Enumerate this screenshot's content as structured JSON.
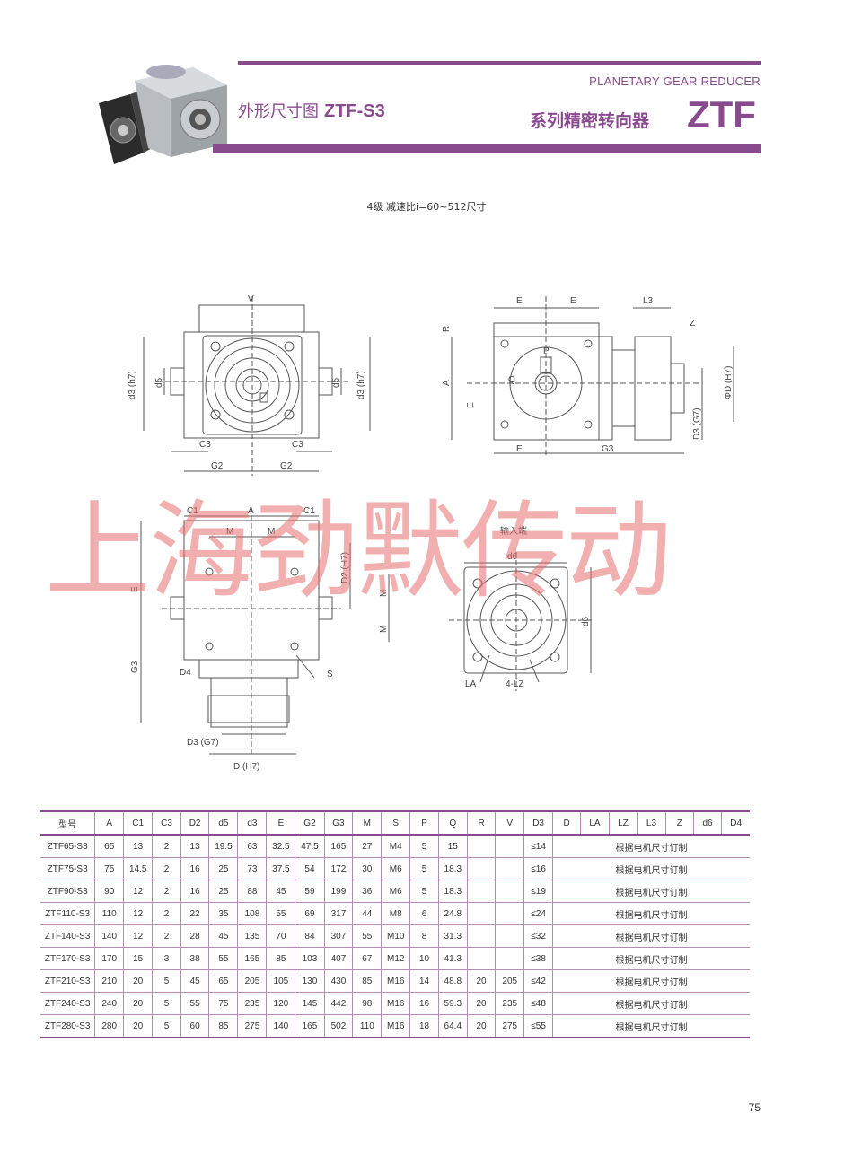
{
  "header": {
    "title_cn": "外形尺寸图",
    "model": "ZTF-S3",
    "en_title": "PLANETARY GEAR REDUCER",
    "series_cn": "系列精密转向器",
    "series_code": "ZTF"
  },
  "subtitle": "4级  减速比i=60~512尺寸",
  "watermark": "上海劲默传动",
  "drawing_labels": {
    "V": "V",
    "C3": "C3",
    "G2": "G2",
    "d3h7": "d3 (h7)",
    "d5": "d5",
    "E": "E",
    "L3": "L3",
    "R": "R",
    "A": "A",
    "P": "P",
    "Q": "Q",
    "Z": "Z",
    "G3": "G3",
    "ODH7": "ΦD (H7)",
    "D3G7": "D3 (G7)",
    "C1": "C1",
    "M": "M",
    "D2H7": "D2 (H7)",
    "D4": "D4",
    "S": "S",
    "DH7": "D (H7)",
    "input_end": "输入端",
    "d6": "d6",
    "LA": "LA",
    "LZ": "4-LZ"
  },
  "table": {
    "headers": [
      "型号",
      "A",
      "C1",
      "C3",
      "D2",
      "d5",
      "d3",
      "E",
      "G2",
      "G3",
      "M",
      "S",
      "P",
      "Q",
      "R",
      "V",
      "D3",
      "D",
      "LA",
      "LZ",
      "L3",
      "Z",
      "d6",
      "D4"
    ],
    "note": "根据电机尺寸订制",
    "rows": [
      [
        "ZTF65-S3",
        "65",
        "13",
        "2",
        "13",
        "19.5",
        "63",
        "32.5",
        "47.5",
        "165",
        "27",
        "M4",
        "5",
        "15",
        "",
        "",
        "≤14"
      ],
      [
        "ZTF75-S3",
        "75",
        "14.5",
        "2",
        "16",
        "25",
        "73",
        "37.5",
        "54",
        "172",
        "30",
        "M6",
        "5",
        "18.3",
        "",
        "",
        "≤16"
      ],
      [
        "ZTF90-S3",
        "90",
        "12",
        "2",
        "16",
        "25",
        "88",
        "45",
        "59",
        "199",
        "36",
        "M6",
        "5",
        "18.3",
        "",
        "",
        "≤19"
      ],
      [
        "ZTF110-S3",
        "110",
        "12",
        "2",
        "22",
        "35",
        "108",
        "55",
        "69",
        "317",
        "44",
        "M8",
        "6",
        "24.8",
        "",
        "",
        "≤24"
      ],
      [
        "ZTF140-S3",
        "140",
        "12",
        "2",
        "28",
        "45",
        "135",
        "70",
        "84",
        "307",
        "55",
        "M10",
        "8",
        "31.3",
        "",
        "",
        "≤32"
      ],
      [
        "ZTF170-S3",
        "170",
        "15",
        "3",
        "38",
        "55",
        "165",
        "85",
        "103",
        "407",
        "67",
        "M12",
        "10",
        "41.3",
        "",
        "",
        "≤38"
      ],
      [
        "ZTF210-S3",
        "210",
        "20",
        "5",
        "45",
        "65",
        "205",
        "105",
        "130",
        "430",
        "85",
        "M16",
        "14",
        "48.8",
        "20",
        "205",
        "≤42"
      ],
      [
        "ZTF240-S3",
        "240",
        "20",
        "5",
        "55",
        "75",
        "235",
        "120",
        "145",
        "442",
        "98",
        "M16",
        "16",
        "59.3",
        "20",
        "235",
        "≤48"
      ],
      [
        "ZTF280-S3",
        "280",
        "20",
        "5",
        "60",
        "85",
        "275",
        "140",
        "165",
        "502",
        "110",
        "M16",
        "18",
        "64.4",
        "20",
        "275",
        "≤55"
      ]
    ]
  },
  "page_number": "75"
}
